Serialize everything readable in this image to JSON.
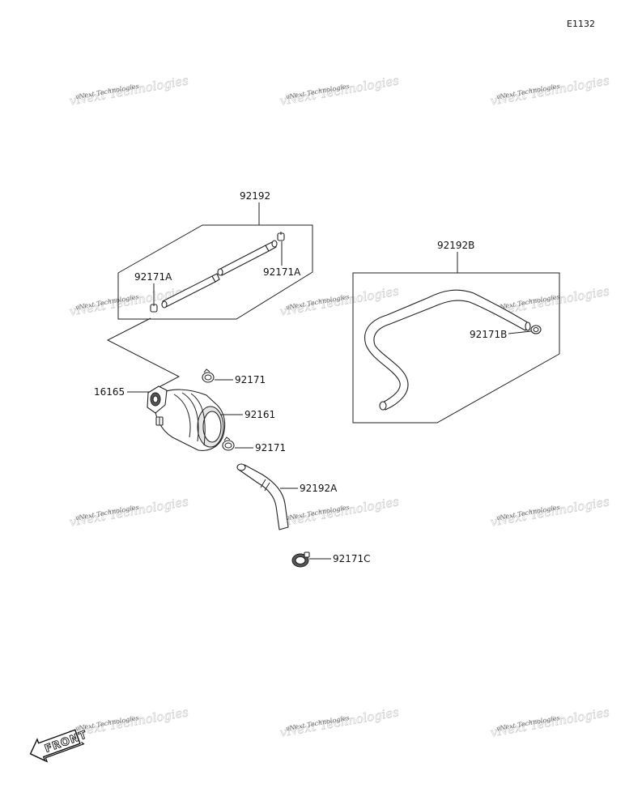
{
  "diagram_code": "E1132",
  "watermark": {
    "text": "vNext Technologies"
  },
  "labels": {
    "hose_kit_upper": "92192",
    "clamp_upper_left": "92171A",
    "clamp_upper_right": "92171A",
    "hose_kit_right": "92192B",
    "clamp_right": "92171B",
    "pump_assembly": "16165",
    "clamp_top": "92171",
    "pump_cover": "92161",
    "clamp_bottom": "92171",
    "hose_lower": "92192A",
    "clamp_lower": "92171C"
  },
  "front_indicator": "FRONT"
}
